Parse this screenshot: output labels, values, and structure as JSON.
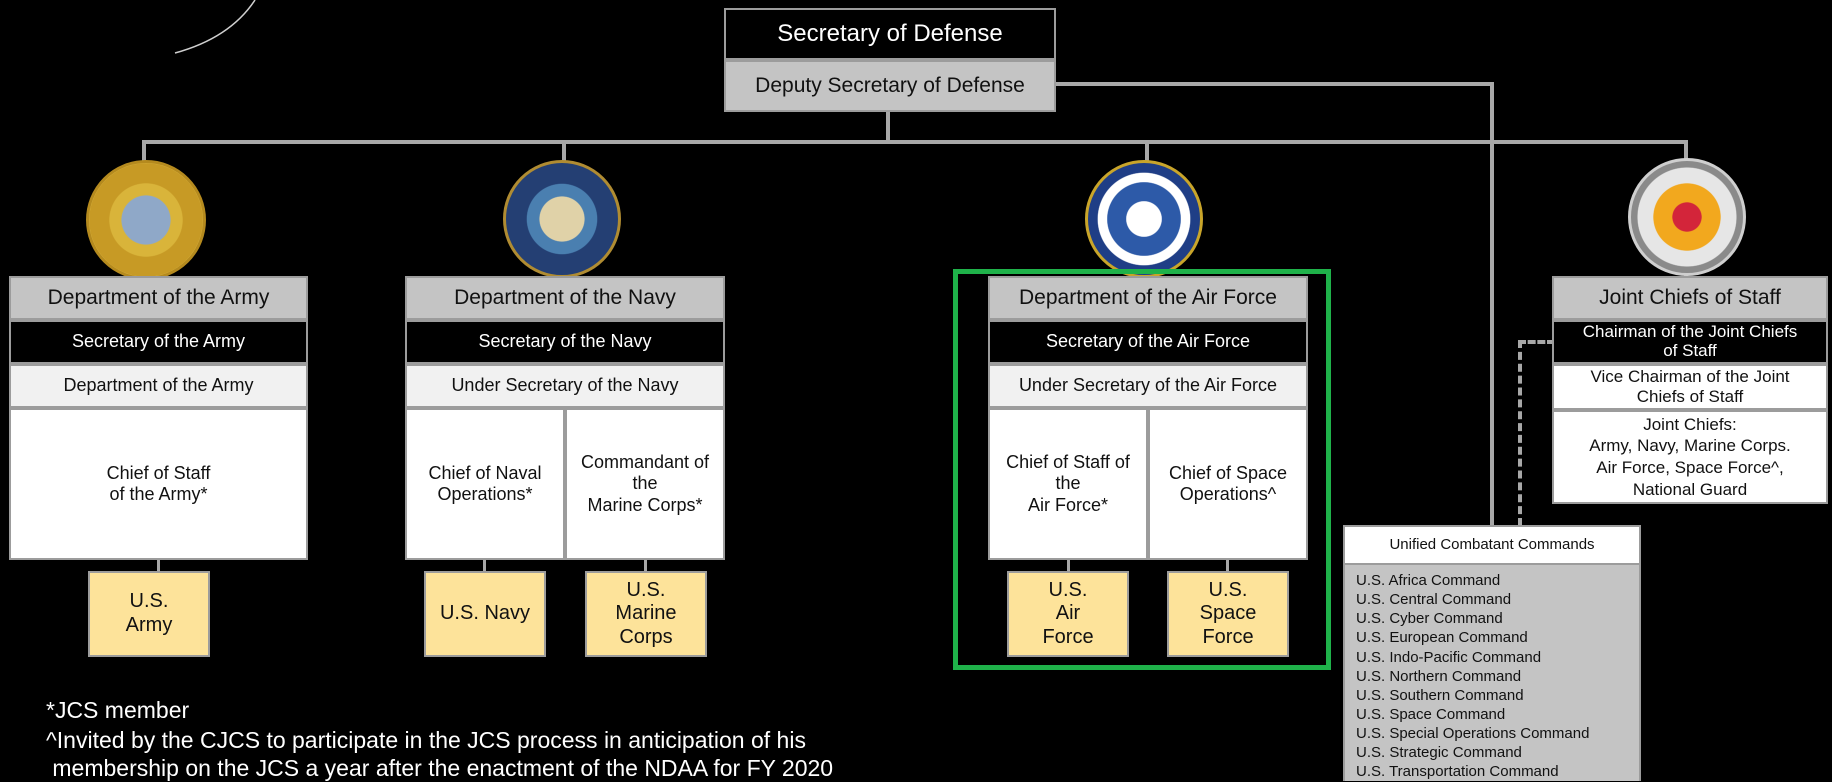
{
  "sod": {
    "title": "Secretary of Defense",
    "deputy": "Deputy Secretary of Defense"
  },
  "army": {
    "header": "Department of the Army",
    "secretary": "Secretary of the Army",
    "sub": "Department of the Army",
    "chief": "Chief of Staff\nof the Army*",
    "service": "U.S.\nArmy"
  },
  "navy": {
    "header": "Department of the Navy",
    "secretary": "Secretary of the Navy",
    "sub": "Under Secretary of the Navy",
    "chief_left": "Chief of Naval\nOperations*",
    "chief_right": "Commandant of\nthe\nMarine Corps*",
    "service_left": "U.S. Navy",
    "service_right": "U.S.\nMarine\nCorps"
  },
  "airforce": {
    "header": "Department of the Air Force",
    "secretary": "Secretary of the Air Force",
    "sub": "Under Secretary of the Air Force",
    "chief_left": "Chief of Staff of\nthe\nAir Force*",
    "chief_right": "Chief of Space\nOperations^",
    "service_left": "U.S.\nAir\nForce",
    "service_right": "U.S.\nSpace\nForce"
  },
  "jcs": {
    "header": "Joint Chiefs of Staff",
    "chairman": "Chairman of the Joint Chiefs\nof Staff",
    "vice": "Vice Chairman of the Joint\nChiefs of Staff",
    "chiefs": "Joint Chiefs:\nArmy, Navy, Marine Corps.\nAir Force, Space Force^,\nNational Guard"
  },
  "ucc": {
    "title": "Unified Combatant Commands",
    "commands": [
      "U.S. Africa Command",
      "U.S. Central Command",
      "U.S. Cyber Command",
      "U.S. European Command",
      "U.S. Indo-Pacific Command",
      "U.S. Northern Command",
      "U.S. Southern Command",
      "U.S. Space Command",
      "U.S. Special Operations Command",
      "U.S. Strategic Command",
      "U.S. Transportation Command"
    ]
  },
  "footnotes": {
    "jcs_member": "*JCS member",
    "invited_line1": "^Invited by the CJCS to participate in the JCS process in anticipation of his",
    "invited_line2": " membership on the JCS a year after the enactment of the NDAA for FY 2020"
  },
  "colors": {
    "background": "#000000",
    "header_gray": "#c4c4c4",
    "service_yellow": "#fde39a",
    "highlight_green": "#1fb24a",
    "connector_gray": "#a8a8a8"
  },
  "icons": [
    "army-seal-icon",
    "navy-seal-icon",
    "air-force-seal-icon",
    "jcs-seal-icon"
  ]
}
